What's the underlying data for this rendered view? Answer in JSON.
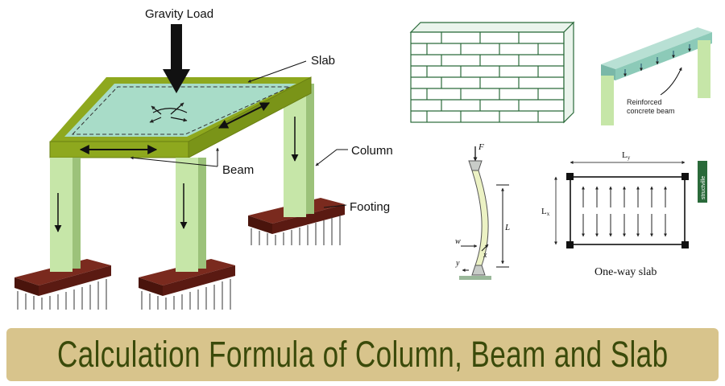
{
  "frame_labels": {
    "gravity_load": "Gravity Load",
    "slab": "Slab",
    "column": "Column",
    "beam": "Beam",
    "footing": "Footing"
  },
  "beam_panel": {
    "caption_line1": "Reinforced",
    "caption_line2": "concrete beam"
  },
  "column_panel": {
    "force": "F",
    "length": "L",
    "deflection": "w",
    "x_axis": "x",
    "y_axis": "y"
  },
  "slab_panel": {
    "span_x": "L",
    "span_x_sub": "y",
    "span_y": "L",
    "span_y_sub": "x",
    "caption": "One-way slab"
  },
  "watermark": "structville",
  "banner": {
    "title": "Calculation Formula of Column, Beam and Slab"
  },
  "colors": {
    "slab_top": "#a8dcc8",
    "beam_green": "#8ea81e",
    "column_green": "#c6e6a8",
    "footing_red": "#5a1a12",
    "banner_bg": "#d8c48c",
    "banner_text": "#3a4a0a"
  }
}
